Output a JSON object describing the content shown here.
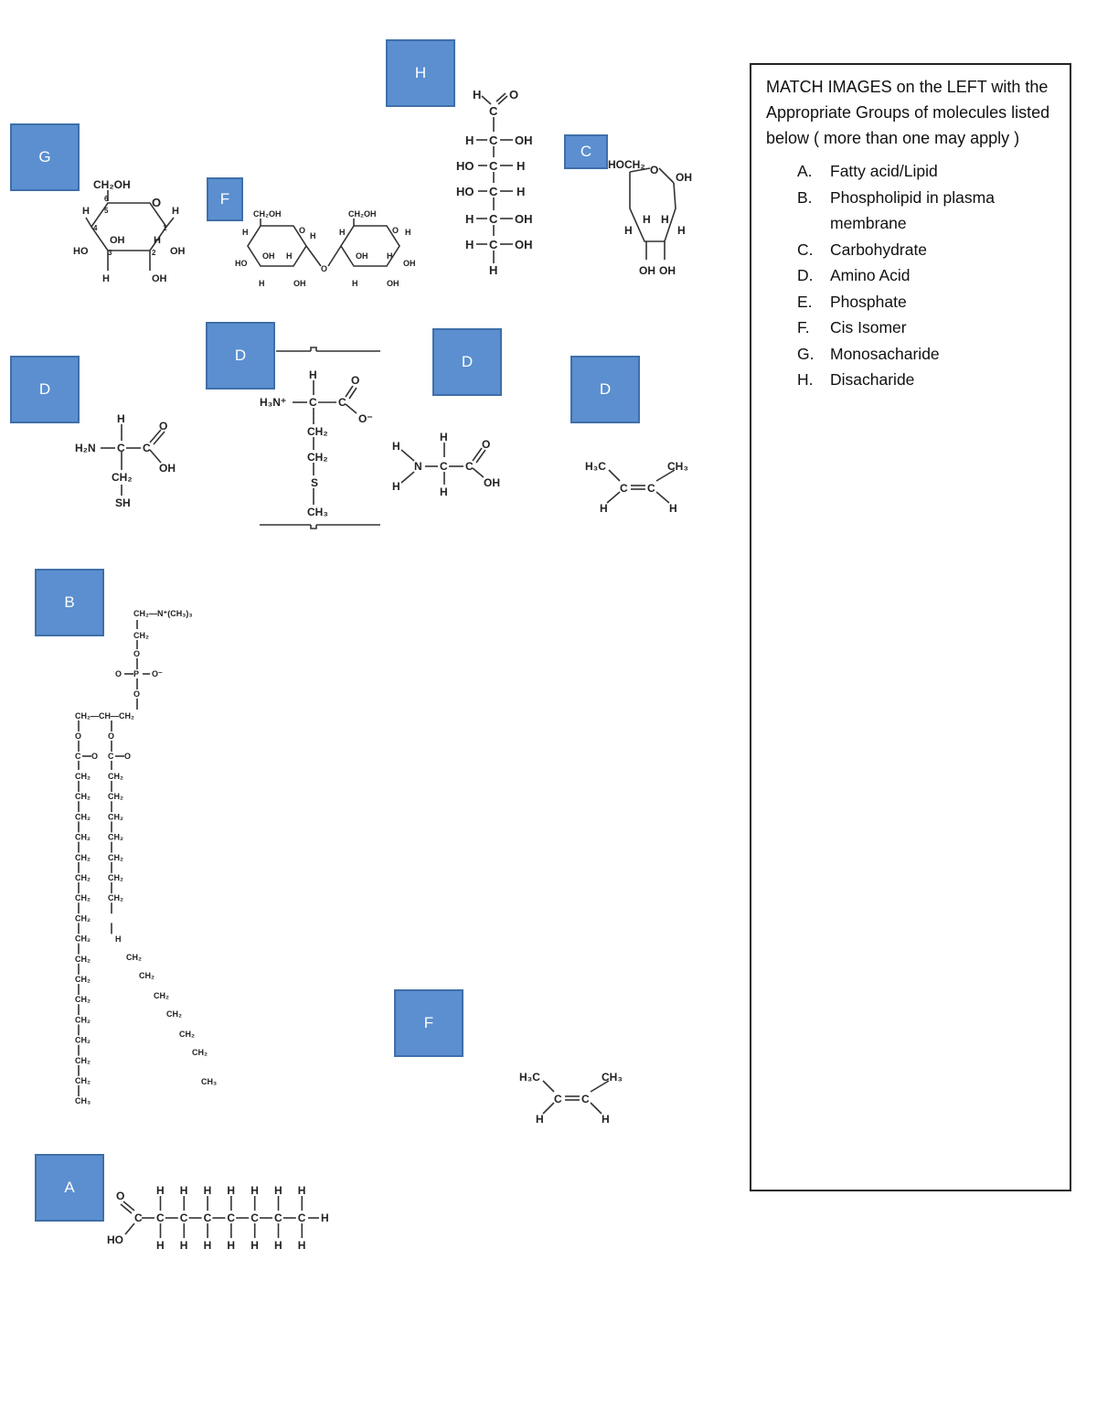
{
  "tags": {
    "h": "H",
    "g": "G",
    "f1": "F",
    "c": "C",
    "d1": "D",
    "d2": "D",
    "d3": "D",
    "d4": "D",
    "b": "B",
    "f2": "F",
    "a": "A"
  },
  "instructions": {
    "intro": "MATCH IMAGES on the LEFT with the Appropriate Groups of molecules listed below ( more than one may apply )",
    "options": [
      {
        "letter": "A.",
        "text": "Fatty acid/Lipid"
      },
      {
        "letter": "B.",
        "text": "Phospholipid in plasma membrane"
      },
      {
        "letter": "C.",
        "text": "Carbohydrate"
      },
      {
        "letter": "D.",
        "text": "Amino Acid"
      },
      {
        "letter": "E.",
        "text": "Phosphate"
      },
      {
        "letter": "F.",
        "text": "Cis Isomer"
      },
      {
        "letter": "G.",
        "text": "Monosacharide"
      },
      {
        "letter": "H.",
        "text": "Disacharide"
      }
    ]
  },
  "atoms": {
    "H": "H",
    "C": "C",
    "O": "O",
    "OH": "OH",
    "HO": "HO",
    "S": "S",
    "SH": "SH",
    "N": "N",
    "CH2": "CH₂",
    "CH3": "CH₃",
    "H3C": "H₃C",
    "CH2OH": "CH₂OH",
    "HOCH2": "HOCH₂",
    "H2N": "H₂N",
    "H3N": "H₃N⁺",
    "Ominus": "O⁻",
    "P": "P",
    "choline": "CH₂—N⁺(CH₃)₃",
    "glycerol": "CH₂—CH—CH₂"
  },
  "ring_numbers": [
    "6",
    "5",
    "4",
    "3",
    "2",
    "1"
  ]
}
